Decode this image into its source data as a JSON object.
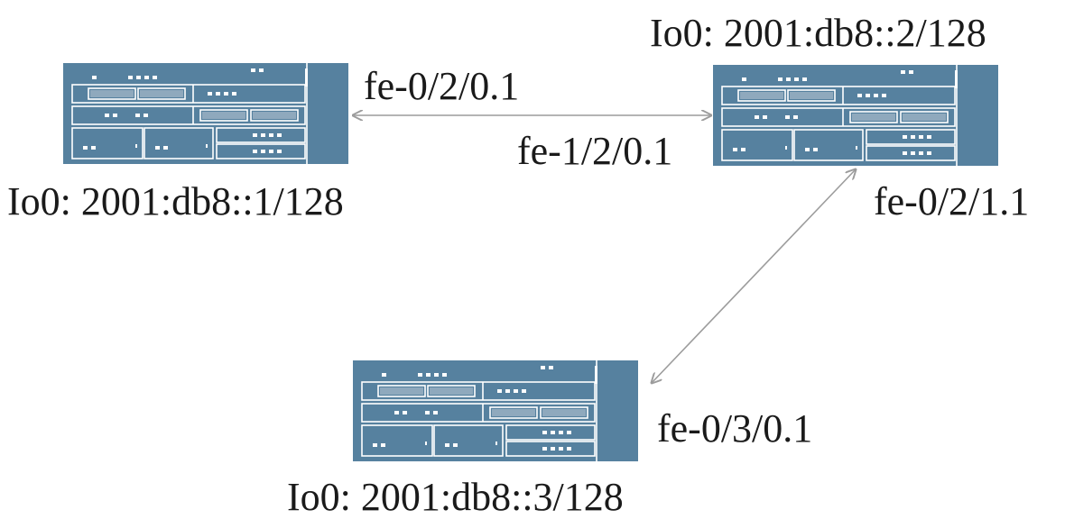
{
  "colors": {
    "device": "#56819f",
    "device_line": "#ffffff",
    "link": "#9c9c9c",
    "text": "#1a1a1a"
  },
  "icons": {
    "router": "router-icon"
  },
  "routers": [
    {
      "id": "r1",
      "loopback": "Io0: 2001:db8::1/128"
    },
    {
      "id": "r2",
      "loopback": "Io0: 2001:db8::2/128"
    },
    {
      "id": "r3",
      "loopback": "Io0: 2001:db8::3/128"
    }
  ],
  "interfaces": {
    "r1_to_r2": "fe-0/2/0.1",
    "r2_to_r1": "fe-1/2/0.1",
    "r2_to_r3": "fe-0/2/1.1",
    "r3_to_r2": "fe-0/3/0.1"
  },
  "links": [
    {
      "from": "r1",
      "to": "r2"
    },
    {
      "from": "r2",
      "to": "r3"
    }
  ]
}
